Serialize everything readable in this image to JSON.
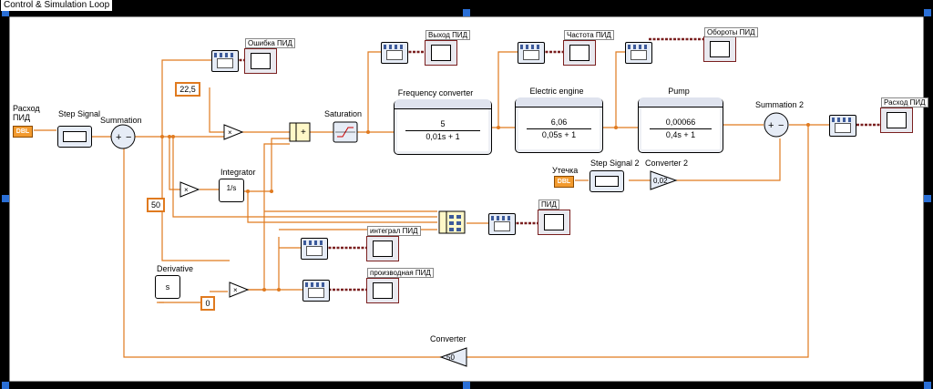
{
  "window": {
    "title": "Control & Simulation Loop"
  },
  "colors": {
    "wire": "#e07a1f",
    "wire_scope": "#7a1f1f",
    "background": "#ffffff",
    "border": "#000000"
  },
  "labels": {
    "rashod_pid": "Расход\nПИД",
    "step_signal": "Step Signal",
    "summation": "Summation",
    "integrator": "Integrator",
    "derivative": "Derivative",
    "saturation": "Saturation",
    "frequency_converter": "Frequency converter",
    "electric_engine": "Electric engine",
    "pump": "Pump",
    "summation2": "Summation 2",
    "utechka": "Утечка",
    "step_signal2": "Step Signal 2",
    "converter2": "Converter 2",
    "converter": "Converter"
  },
  "constants": {
    "kp": "22,5",
    "ki": "50",
    "kd": "0",
    "converter2_gain": "0,02",
    "converter_gain": "50"
  },
  "tf": {
    "frequency_converter": {
      "num": "5",
      "den": "0,01s + 1"
    },
    "electric_engine": {
      "num": "6,06",
      "den": "0,05s + 1"
    },
    "pump": {
      "num": "0,00066",
      "den": "0,4s + 1"
    }
  },
  "scopes": {
    "oshibka": "Ошибка ПИД",
    "vyhod": "Выход ПИД",
    "chastota": "Частота ПИД",
    "oboroty": "Обороты ПИД",
    "rashod_out": "Расход ПИД",
    "pid": "ПИД",
    "integral": "интеграл ПИД",
    "proizvodnaya": "производная  ПИД"
  },
  "icons": {
    "dbl": "DBL",
    "derivative_symbol": "s",
    "integrator_symbol": "1/s"
  }
}
